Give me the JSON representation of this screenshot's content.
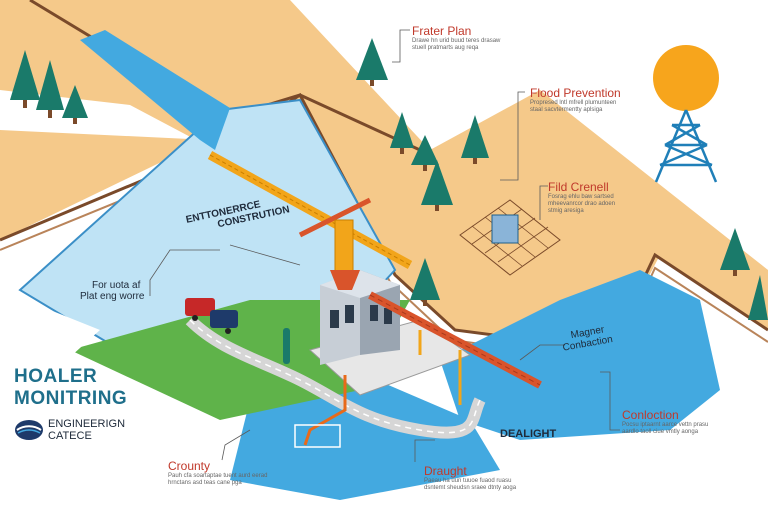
{
  "brand": {
    "title_line1": "HOALER",
    "title_line2": "MONITRING",
    "logo_line1": "ENGINEERIGN",
    "logo_line2": "CATECE"
  },
  "callouts": {
    "frater_plan": {
      "title": "Frater Plan",
      "desc": "Drawe hn urid buud teres drasaw stuell pratmarts aug reqa"
    },
    "flood_prevention": {
      "title": "Flood Prevention",
      "desc": "Propresed lntl mfrell plumunteen staal sacvtermentty aplsiga"
    },
    "fild_crenell": {
      "title": "Fild Crenell",
      "desc": "Fosrag ehlu baw sartsed mheevanrcor drao adoen stmig aresiga"
    },
    "construction_label": {
      "line1": "ENTTONERRCE",
      "line2": "CONSTRUTION"
    },
    "for_note": {
      "line1": "For uota af",
      "line2": "Plat eng worre"
    },
    "magner": {
      "line1": "Magner",
      "line2": "Conbaction"
    },
    "dealight": {
      "title": "DEALIGHT"
    },
    "conloction": {
      "title": "Conloction",
      "desc": "Pocsu iptaarnt aarce vettn prasu aardlo taoll ciue vmtly aonga"
    },
    "crounty": {
      "title": "Crounty",
      "desc": "Pauh cfa soartaptae tuent aurd eerad hrnctans asd teas cane pga"
    },
    "draught": {
      "title": "Draught",
      "desc": "Paeau ha uun tuuoe fuaod ruasu dsntemt sheudsn sraee dtnty aoga"
    }
  },
  "colors": {
    "land": "#f5c98a",
    "land_edge": "#7a4a2a",
    "water": "#bfe3f5",
    "river": "#43a9e0",
    "grass": "#5fb34a",
    "crane": "#f2a51a",
    "truss": "#d9542b",
    "sun": "#f7a51c",
    "tower": "#1f7fb8",
    "tree": "#1a7a6a",
    "brand": "#1f6f8b",
    "accent_red": "#c0392b"
  },
  "icons": [
    "pine-tree-icon",
    "sun-icon",
    "transmission-tower-icon",
    "truck-icon",
    "crane-icon",
    "logo-globe-icon"
  ]
}
